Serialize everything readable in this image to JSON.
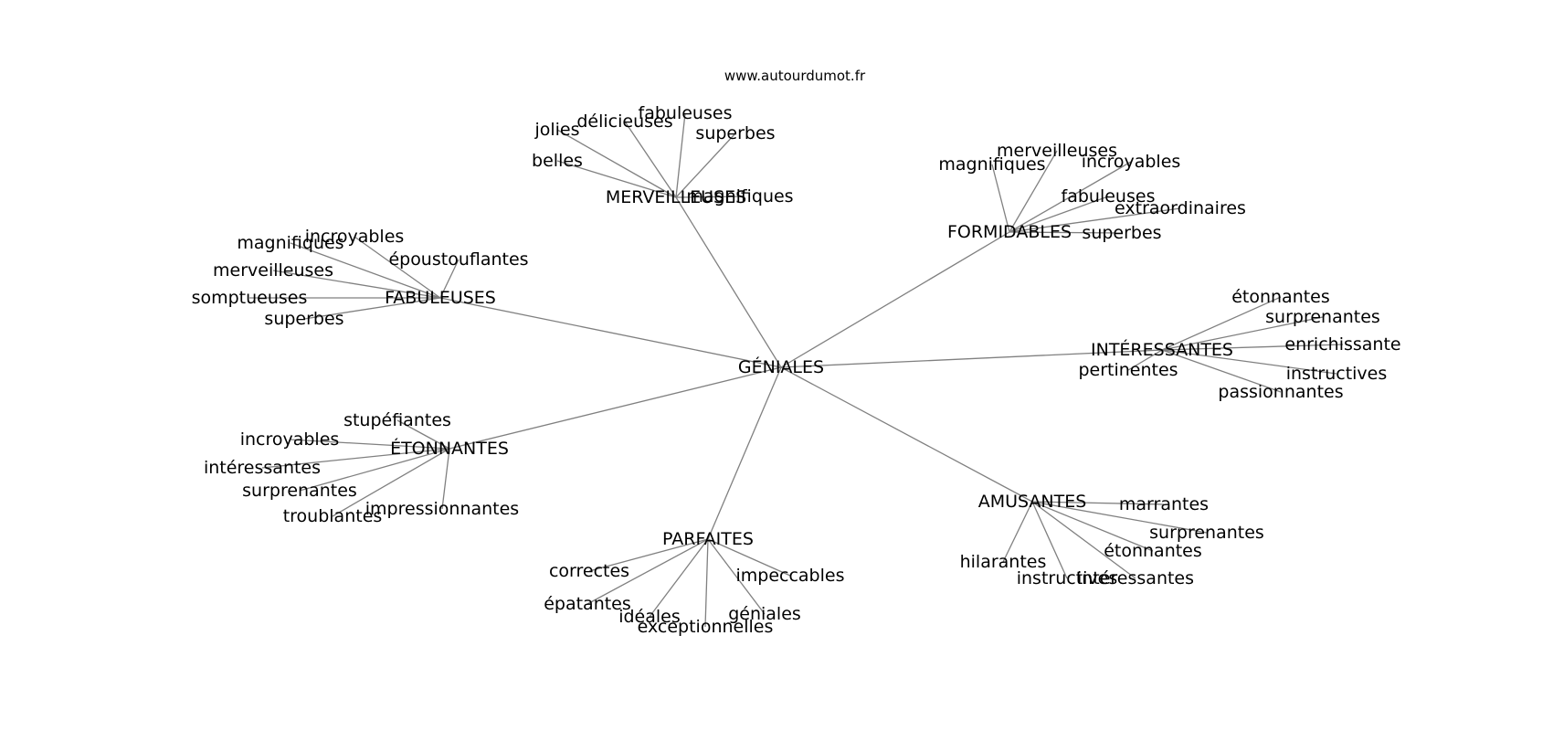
{
  "source_label": "www.autourdumot.fr",
  "center": "GÉNIALES",
  "branches": [
    {
      "label": "MERVEILLEUSES",
      "leaves": [
        "belles",
        "jolies",
        "délicieuses",
        "fabuleuses",
        "superbes",
        "magnifiques"
      ]
    },
    {
      "label": "FORMIDABLES",
      "leaves": [
        "magnifiques",
        "merveilleuses",
        "incroyables",
        "fabuleuses",
        "extraordinaires",
        "superbes"
      ]
    },
    {
      "label": "FABULEUSES",
      "leaves": [
        "magnifiques",
        "incroyables",
        "merveilleuses",
        "époustouflantes",
        "somptueuses",
        "superbes"
      ]
    },
    {
      "label": "INTÉRESSANTES",
      "leaves": [
        "étonnantes",
        "surprenantes",
        "enrichissante",
        "instructives",
        "passionnantes",
        "pertinentes"
      ]
    },
    {
      "label": "ÉTONNANTES",
      "leaves": [
        "stupéfiantes",
        "incroyables",
        "intéressantes",
        "surprenantes",
        "troublantes",
        "impressionnantes"
      ]
    },
    {
      "label": "AMUSANTES",
      "leaves": [
        "marrantes",
        "surprenantes",
        "étonnantes",
        "intéressantes",
        "instructives",
        "hilarantes"
      ]
    },
    {
      "label": "PARFAITES",
      "leaves": [
        "correctes",
        "épatantes",
        "idéales",
        "exceptionnelles",
        "géniales",
        "impeccables"
      ]
    }
  ]
}
